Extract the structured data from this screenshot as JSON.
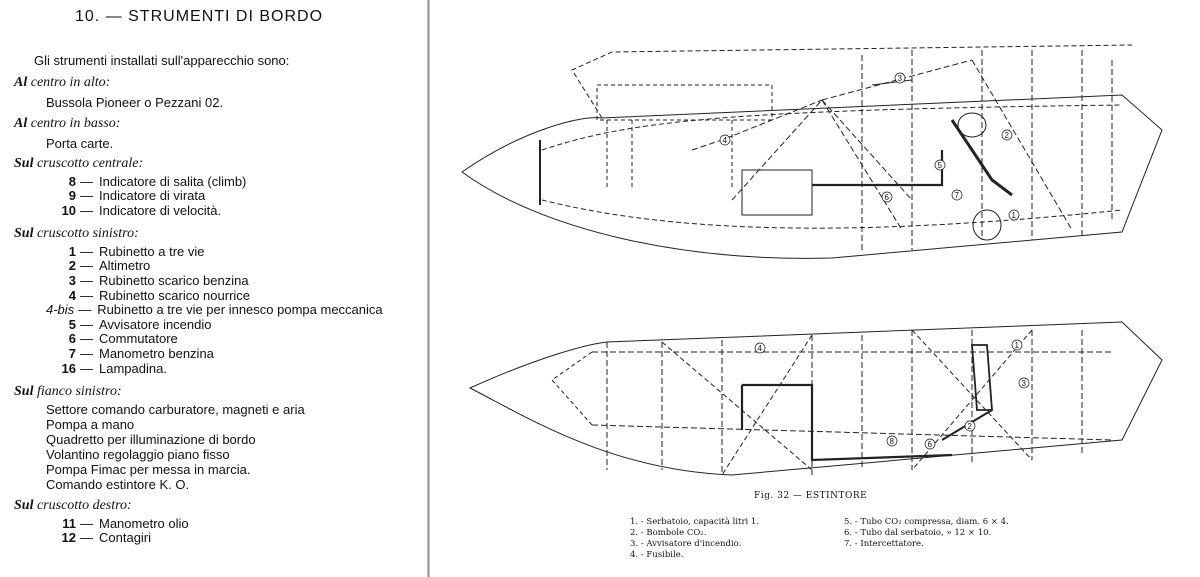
{
  "left_page": {
    "title": "10. — STRUMENTI DI BORDO",
    "intro": "Gli strumenti installati sull'apparecchio sono:",
    "sections": [
      {
        "lead": "Al",
        "heading": "centro in alto:",
        "items": [
          "Bussola Pioneer o Pezzani 02."
        ]
      },
      {
        "lead": "Al",
        "heading": "centro in basso:",
        "items": [
          "Porta carte."
        ]
      },
      {
        "lead": "Sul",
        "heading": "cruscotto centrale:",
        "numbered": [
          {
            "num": "8",
            "text": "Indicatore di salita (climb)"
          },
          {
            "num": "9",
            "text": "Indicatore di virata"
          },
          {
            "num": "10",
            "text": "Indicatore di velocità."
          }
        ]
      },
      {
        "lead": "Sul",
        "heading": "cruscotto sinistro:",
        "numbered": [
          {
            "num": "1",
            "text": "Rubinetto a tre vie"
          },
          {
            "num": "2",
            "text": "Altimetro"
          },
          {
            "num": "3",
            "text": "Rubinetto scarico benzina"
          },
          {
            "num": "4",
            "text": "Rubinetto scarico nourrice"
          },
          {
            "num": "4-bis",
            "text": "Rubinetto a tre vie per innesco pompa meccanica"
          },
          {
            "num": "5",
            "text": "Avvisatore incendio"
          },
          {
            "num": "6",
            "text": "Commutatore"
          },
          {
            "num": "7",
            "text": "Manometro benzina"
          },
          {
            "num": "16",
            "text": "Lampadina."
          }
        ]
      },
      {
        "lead": "Sul",
        "heading": "fianco sinistro:",
        "items": [
          "Settore comando carburatore, magneti e aria",
          "Pompa a mano",
          "Quadretto per illuminazione di bordo",
          "Volantino regolaggio piano fisso",
          "Pompa Fimac per messa in marcia.",
          "Comando estintore K. O."
        ]
      },
      {
        "lead": "Sul",
        "heading": "cruscotto destro:",
        "numbered": [
          {
            "num": "11",
            "text": "Manometro olio"
          },
          {
            "num": "12",
            "text": "Contagiri"
          }
        ]
      }
    ]
  },
  "right_page": {
    "caption": "Fig. 32 — ESTINTORE",
    "top_callouts": [
      "1",
      "2",
      "3",
      "4",
      "5",
      "6",
      "7"
    ],
    "bottom_callouts": [
      "1",
      "2",
      "3",
      "4",
      "6",
      "8"
    ],
    "legend_left": [
      "1. - Serbatoio, capacità litri 1.",
      "2. - Bombole CO₂.",
      "3. - Avvisatore d'incendio.",
      "4. - Fusibile."
    ],
    "legend_right": [
      "5. - Tubo CO₂ compressa, diam. 6 × 4.",
      "6. - Tubo dal serbatoio,       »   12 × 10.",
      "7. - Intercettatore."
    ]
  }
}
